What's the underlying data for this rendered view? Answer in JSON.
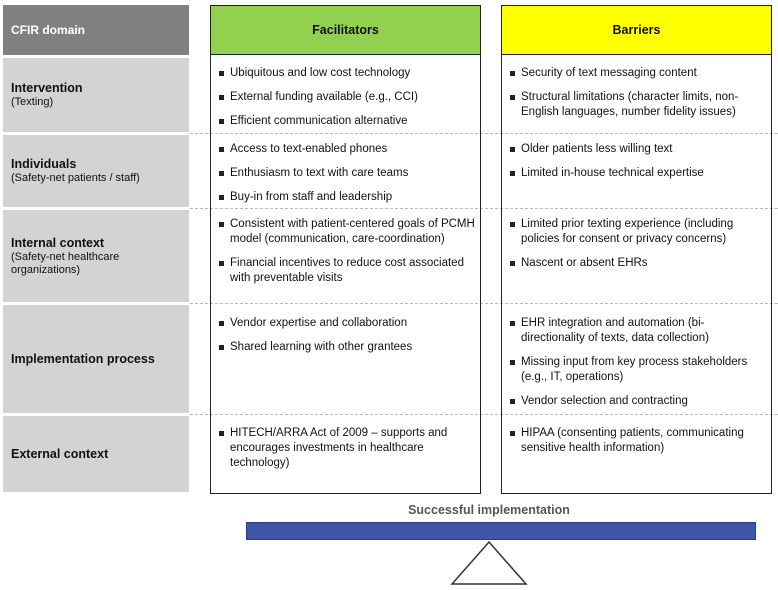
{
  "header": {
    "domain_label": "CFIR domain",
    "facilitators_label": "Facilitators",
    "barriers_label": "Barriers"
  },
  "colors": {
    "domain_header_bg": "#808080",
    "domain_cell_bg": "#d3d3d3",
    "facilitators_header_bg": "#92d050",
    "barriers_header_bg": "#ffff00",
    "beam": "#3f55a8"
  },
  "rows": [
    {
      "title": "Intervention",
      "subtitle": "(Texting)",
      "facilitators": [
        "Ubiquitous and low cost technology",
        "External funding available (e.g., CCI)",
        "Efficient communication alternative"
      ],
      "barriers": [
        "Security of text messaging content",
        "Structural limitations (character limits, non-English languages, number fidelity issues)"
      ]
    },
    {
      "title": "Individuals",
      "subtitle": "(Safety-net patients / staff)",
      "facilitators": [
        "Access to text-enabled phones",
        "Enthusiasm to text with care teams",
        "Buy-in from staff and leadership"
      ],
      "barriers": [
        "Older patients less willing text",
        "Limited in-house technical expertise"
      ]
    },
    {
      "title": "Internal context",
      "subtitle": "(Safety-net healthcare organizations)",
      "facilitators": [
        "Consistent with patient-centered goals of PCMH model (communication, care-coordination)",
        "Financial incentives to reduce cost associated with preventable visits"
      ],
      "barriers": [
        "Limited prior texting experience (including policies for consent or privacy concerns)",
        "Nascent or absent EHRs"
      ]
    },
    {
      "title": "Implementation process",
      "subtitle": "",
      "facilitators": [
        "Vendor expertise and collaboration",
        "Shared learning with other grantees"
      ],
      "barriers": [
        "EHR integration and automation (bi-directionality of texts, data collection)",
        "Missing input from key process stakeholders (e.g., IT, operations)",
        "Vendor selection and contracting"
      ]
    },
    {
      "title": "External context",
      "subtitle": "",
      "facilitators": [
        "HITECH/ARRA Act of 2009 – supports and encourages investments in healthcare technology)"
      ],
      "barriers": [
        "HIPAA (consenting patients, communicating sensitive health information)"
      ]
    }
  ],
  "scale": {
    "label": "Successful implementation"
  }
}
